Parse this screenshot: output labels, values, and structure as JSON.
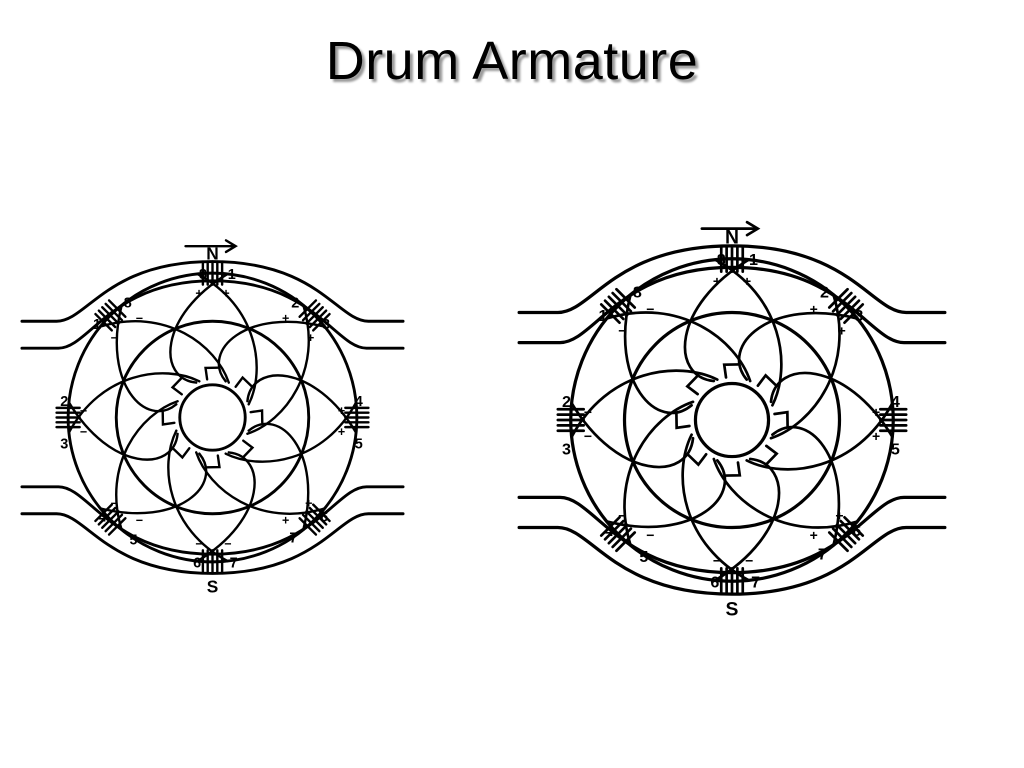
{
  "title": "Drum Armature",
  "diagrams": [
    {
      "name": "left",
      "pole_top": "N",
      "pole_bottom": "S",
      "commutator_labels": [
        "8",
        "1",
        "2",
        "3",
        "4",
        "5",
        "6",
        "7",
        "7",
        "6",
        "5",
        "4",
        "3",
        "2",
        "1",
        "8"
      ],
      "signs": [
        "+",
        "+",
        "+",
        "+",
        "+",
        "+",
        "+",
        "+",
        "−",
        "−",
        "−",
        "−",
        "−",
        "−",
        "−",
        "−"
      ]
    },
    {
      "name": "right",
      "pole_top": "N",
      "pole_bottom": "S",
      "commutator_labels": [
        "8",
        "1",
        "2",
        "3",
        "4",
        "5",
        "6",
        "7",
        "7",
        "6",
        "5",
        "4",
        "3",
        "2",
        "1",
        "8"
      ],
      "signs": [
        "+",
        "+",
        "+",
        "+",
        "+",
        "+",
        "+",
        "+",
        "−",
        "−",
        "−",
        "−",
        "−",
        "−",
        "−",
        "−"
      ]
    }
  ]
}
